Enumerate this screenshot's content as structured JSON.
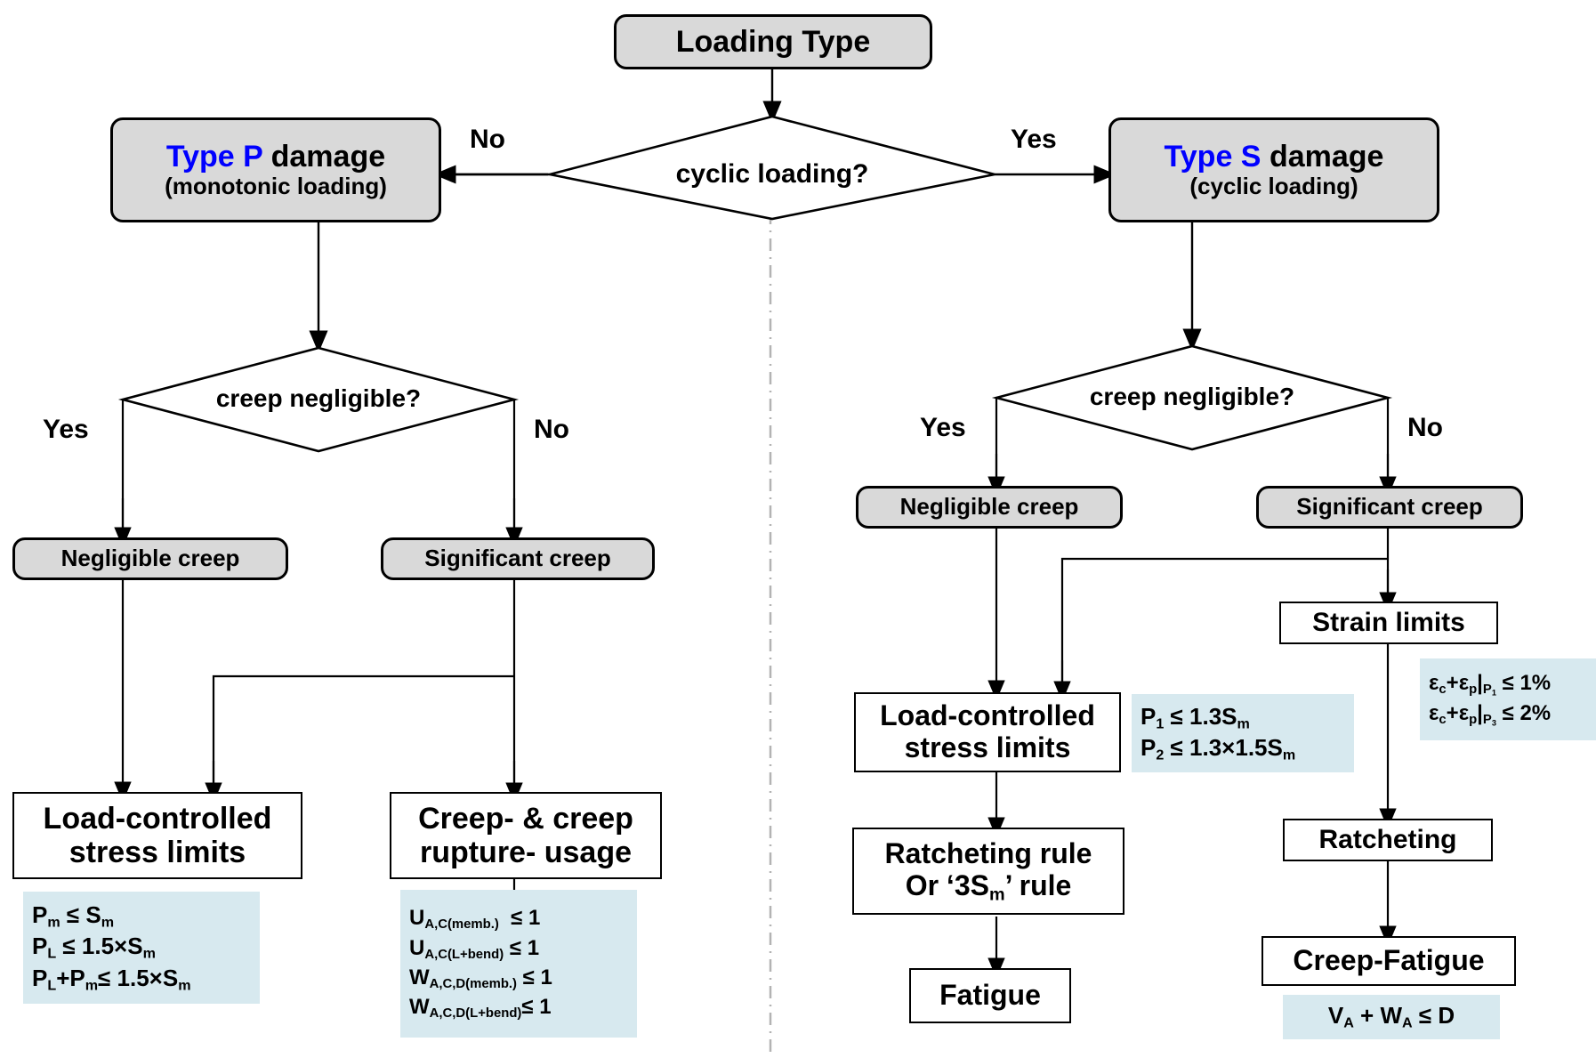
{
  "diagram": {
    "title": "Loading Type decision flowchart",
    "colors": {
      "node_fill": "#d9d9d9",
      "formula_fill": "#d7e9ef",
      "accent_blue": "#0000ff",
      "line": "#000000",
      "divider": "#b9b9b9"
    },
    "start": {
      "label": "Loading Type"
    },
    "decisions": {
      "cyclic": {
        "label": "cyclic loading?"
      },
      "creep_left": {
        "label": "creep negligible?"
      },
      "creep_right": {
        "label": "creep negligible?"
      }
    },
    "edge_labels": {
      "cyclic_no": "No",
      "cyclic_yes": "Yes",
      "left_yes": "Yes",
      "left_no": "No",
      "right_yes": "Yes",
      "right_no": "No"
    },
    "left_branch": {
      "type_box": {
        "prefix": "Type P",
        "suffix": " damage",
        "sub": "(monotonic loading)"
      },
      "negligible_creep": "Negligible creep",
      "significant_creep": "Significant creep",
      "load_controlled": {
        "line1": "Load-controlled",
        "line2": "stress limits"
      },
      "creep_rupture": {
        "line1": "Creep- & creep",
        "line2": "rupture- usage"
      },
      "load_formulas": [
        {
          "sym": "P",
          "sub": "m",
          "rest": " ≤ S",
          "sub2": "m",
          "tail": ""
        },
        {
          "sym": "P",
          "sub": "L",
          "rest": " ≤ 1.5×S",
          "sub2": "m",
          "tail": ""
        },
        {
          "sym": "P",
          "sub": "L",
          "rest": "+P",
          "sub2": "m",
          "tail": "≤ 1.5×S",
          "sub3": "m"
        }
      ],
      "creep_formulas": [
        {
          "sym": "U",
          "sub": "A,C(memb.)",
          "rest": "  ≤ 1"
        },
        {
          "sym": "U",
          "sub": "A,C(L+bend)",
          "rest": " ≤ 1"
        },
        {
          "sym": "W",
          "sub": "A,C,D(memb.)",
          "rest": " ≤ 1"
        },
        {
          "sym": "W",
          "sub": "A,C,D(L+bend)",
          "rest": "≤ 1"
        }
      ]
    },
    "right_branch": {
      "type_box": {
        "prefix": "Type S",
        "suffix": " damage",
        "sub": "(cyclic loading)"
      },
      "negligible_creep": "Negligible creep",
      "significant_creep": "Significant creep",
      "load_controlled": {
        "line1": "Load-controlled",
        "line2": "stress limits"
      },
      "ratcheting_rule": {
        "line1": "Ratcheting rule",
        "line2a": "Or ‘3S",
        "line2sub": "m",
        "line2b": "’ rule"
      },
      "fatigue": "Fatigue",
      "strain_limits": "Strain limits",
      "ratcheting": "Ratcheting",
      "creep_fatigue": "Creep-Fatigue",
      "load_formulas": [
        {
          "sym": "P",
          "sub": "1",
          "rest": " ≤ 1.3S",
          "sub2": "m"
        },
        {
          "sym": "P",
          "sub": "2",
          "rest": " ≤ 1.3×1.5S",
          "sub2": "m"
        }
      ],
      "strain_formulas": [
        {
          "a": "ε",
          "asub": "c",
          "b": "+ε",
          "bsub": "p",
          "bar": "|",
          "p": "P",
          "psub": "1",
          "rest": " ≤ 1%"
        },
        {
          "a": "ε",
          "asub": "c",
          "b": "+ε",
          "bsub": "p",
          "bar": "|",
          "p": "P",
          "psub": "3",
          "rest": " ≤ 2%"
        }
      ],
      "creep_fatigue_formula": {
        "a": "V",
        "asub": "A",
        "b": " + W",
        "bsub": "A",
        "rest": " ≤ D"
      }
    }
  }
}
